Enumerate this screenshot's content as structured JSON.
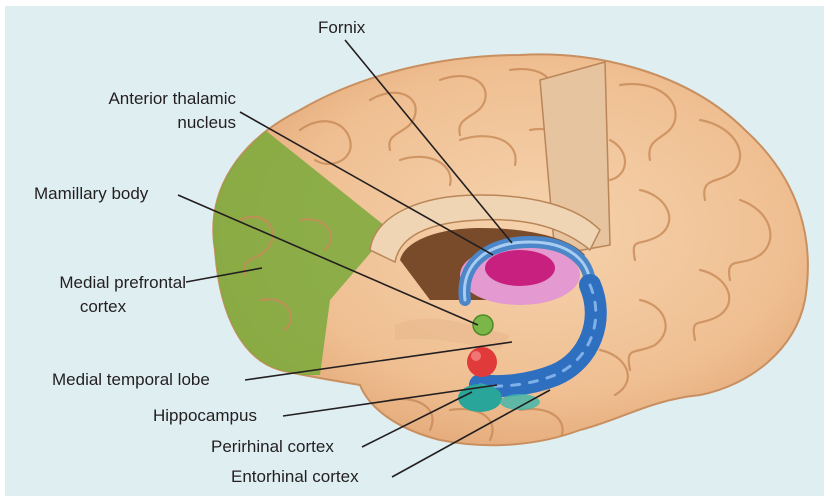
{
  "labels": {
    "fornix": "Fornix",
    "anterior_thalamic_nucleus_line1": "Anterior thalamic",
    "anterior_thalamic_nucleus_line2": "nucleus",
    "mamillary_body": "Mamillary body",
    "medial_prefrontal_cortex_line1": "Medial prefrontal",
    "medial_prefrontal_cortex_line2": "cortex",
    "medial_temporal_lobe": "Medial temporal lobe",
    "hippocampus": "Hippocampus",
    "perirhinal_cortex": "Perirhinal cortex",
    "entorhinal_cortex": "Entorhinal cortex"
  },
  "colors": {
    "background": "#dfeef1",
    "brain": "#f2c49a",
    "prefrontal_highlight": "#7daa3c",
    "fornix": "#4a86c8",
    "hippocampus": "#2f6fc0",
    "thalamus": "#d8348f",
    "mamillary_body": "#7ab648",
    "medial_temporal_lobe": "#e03a3a",
    "perirhinal_cortex": "#2aa59a",
    "leader_line": "#231f20"
  }
}
